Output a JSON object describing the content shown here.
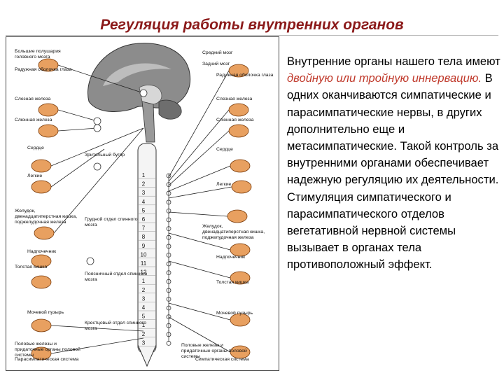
{
  "title": "Регуляция работы внутренних органов",
  "text": {
    "part1": "Внутренние органы нашего тела имеют ",
    "emphasis": "двойную или тройную иннервацию.",
    "part2": " В одних оканчиваются симпатические и парасимпатические нервы, в других дополнительно еще и метасимпатические. Такой контроль за внутренними органами обеспечивает надежную регуляцию их деятельности. Стимуляция симпатического и парасимпатического отделов вегетативной нервной системы вызывает в органах тела противоположный эффект."
  },
  "colors": {
    "title": "#8b1a1a",
    "emphasis": "#c0392b",
    "organ": "#e8a060",
    "brain": "#7a7a7a"
  },
  "figure": {
    "left_labels": [
      "Большие полушария головного мозга",
      "Радужная оболочка глаза",
      "Слезная железа",
      "Слюнная железа",
      "Сердце",
      "Зрительный бугор",
      "Легкие",
      "Желудок, двенадцатиперстная кишка, поджелудочная железа",
      "Грудной отдел спинного мозга",
      "Надпочечник",
      "Толстая кишка",
      "Поясничный отдел спинного мозга",
      "Мочевой пузырь",
      "Крестцовый отдел спинного мозга",
      "Половые железы и придаточные органы половой системы",
      "Парасимпатическая система"
    ],
    "right_labels": [
      "Средний мозг",
      "Задний мозг",
      "Радужная оболочка глаза",
      "Слезная железа",
      "Слюнная железа",
      "Сердце",
      "Легкие",
      "Желудок, двенадцатиперстная кишка, поджелудочная железа",
      "Надпочечник",
      "Толстая кишка",
      "Мочевой пузырь",
      "Половые железы и придаточные органы половой системы",
      "Симпатическая система"
    ],
    "segments": [
      "1",
      "2",
      "3",
      "4",
      "5",
      "6",
      "7",
      "8",
      "9",
      "10",
      "11",
      "12",
      "1",
      "2",
      "3",
      "4",
      "5",
      "1",
      "2",
      "3"
    ]
  }
}
